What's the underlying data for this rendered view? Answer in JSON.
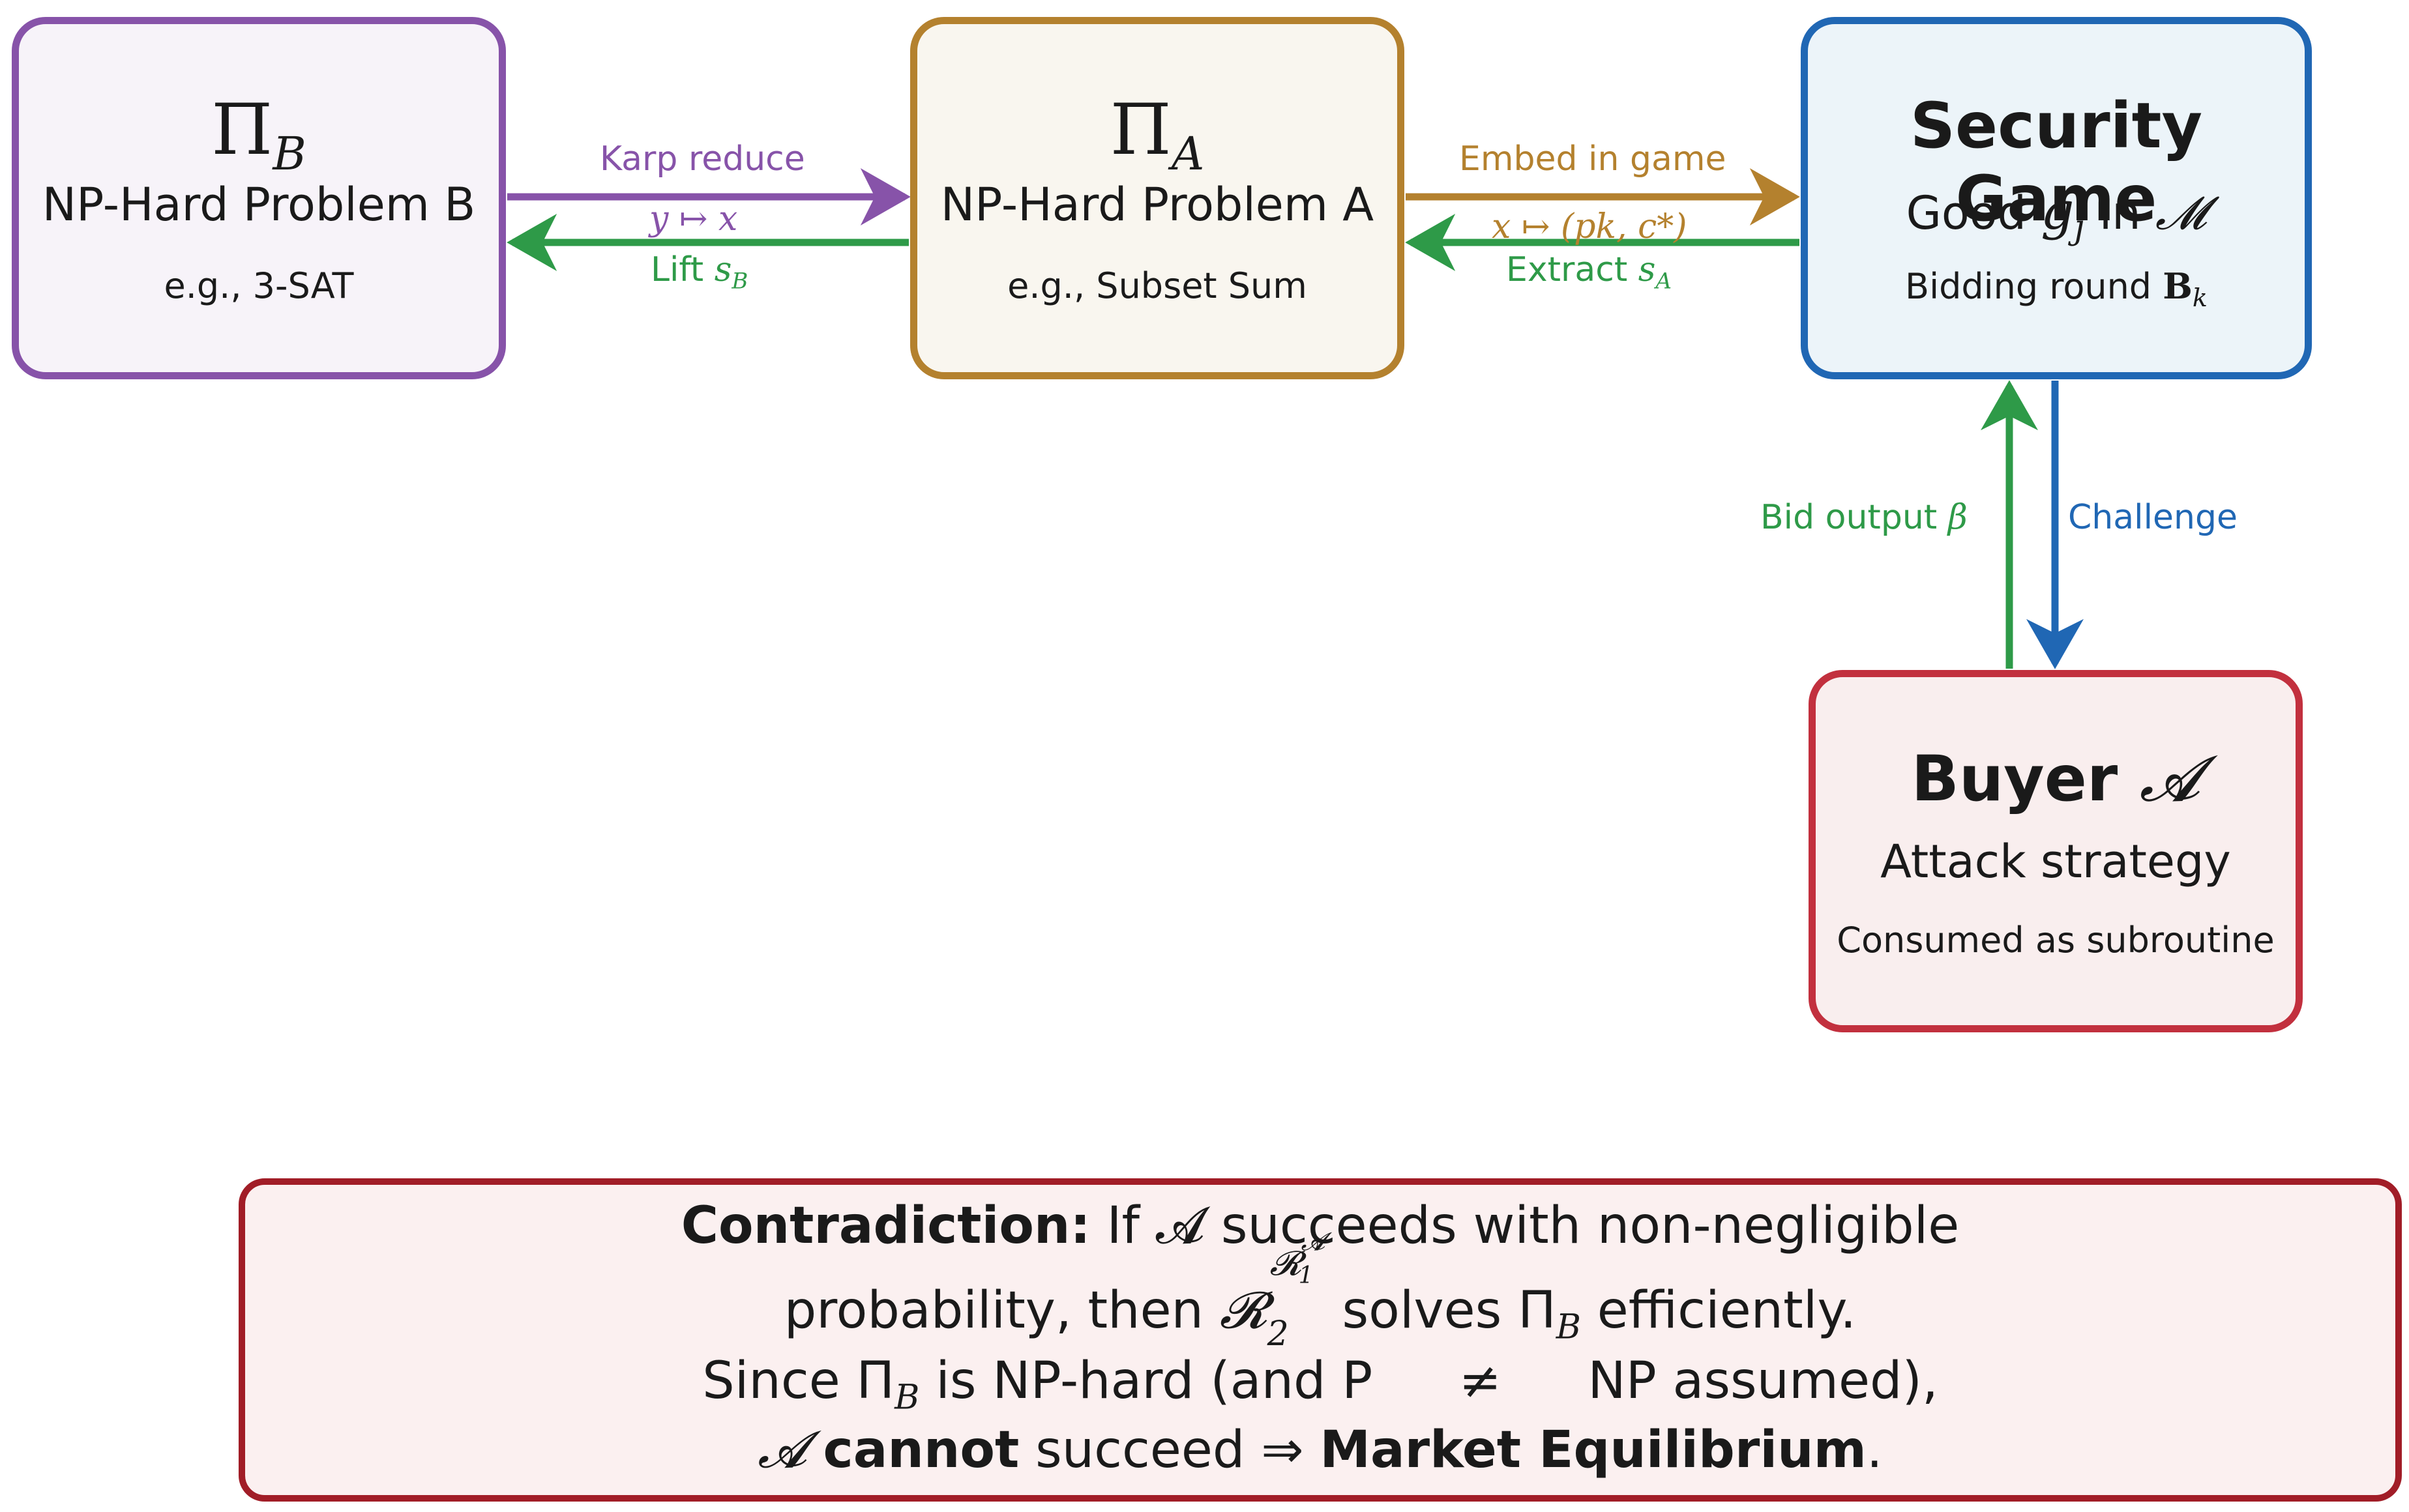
{
  "colors": {
    "purple": "#8753a9",
    "gold": "#b4812e",
    "blue": "#2067b4",
    "green": "#2e9a48",
    "red": "#c2303e",
    "dark_red": "#a11d27"
  },
  "nodes": {
    "problem_b": {
      "symbol": "Π",
      "symbol_sub": "B",
      "title": "NP-Hard Problem B",
      "example": "e.g., 3-SAT"
    },
    "problem_a": {
      "symbol": "Π",
      "symbol_sub": "A",
      "title": "NP-Hard Problem A",
      "example": "e.g., Subset Sum"
    },
    "security_game": {
      "title": "Security Game",
      "good_prefix": "Good",
      "good_var": "g",
      "good_sub": "j",
      "good_in": "in",
      "market": "𝓜",
      "round_prefix": "Bidding round",
      "round_var": "B",
      "round_sub": "k"
    },
    "buyer": {
      "title": "Buyer",
      "title_var": "𝓐",
      "subtitle": "Attack strategy",
      "note": "Consumed as subroutine"
    }
  },
  "edges": {
    "karp_reduce": {
      "label": "Karp reduce",
      "map": "y ↦ x"
    },
    "lift": {
      "label": "Lift",
      "var": "s",
      "sub": "B"
    },
    "embed": {
      "label": "Embed in game",
      "map": "x ↦ (pk, c*)"
    },
    "extract": {
      "label": "Extract",
      "var": "s",
      "sub": "A"
    },
    "bid_output": {
      "label": "Bid output",
      "var": "β"
    },
    "challenge": {
      "label": "Challenge"
    }
  },
  "contradiction": {
    "heading": "Contradiction:",
    "line1_text": "If 𝓐 succeeds with non-negligible",
    "line2_a": "probability, then",
    "line2_r2": "𝓡",
    "line2_r2_sub": "2",
    "line2_r1": "𝓡",
    "line2_r1_sub": "1",
    "line2_r1_sup": "𝓐",
    "line2_b": "solves Π",
    "line2_b_sub": "B",
    "line2_c": "efficiently.",
    "line3_a": "Since Π",
    "line3_a_sub": "B",
    "line3_b": "is NP-hard (and P",
    "line3_ne": "≠",
    "line3_c": "NP assumed),",
    "line4_a": "𝓐",
    "line4_b": "cannot",
    "line4_c": "succeed ⇒",
    "line4_d": "Market Equilibrium",
    "line4_e": "."
  }
}
